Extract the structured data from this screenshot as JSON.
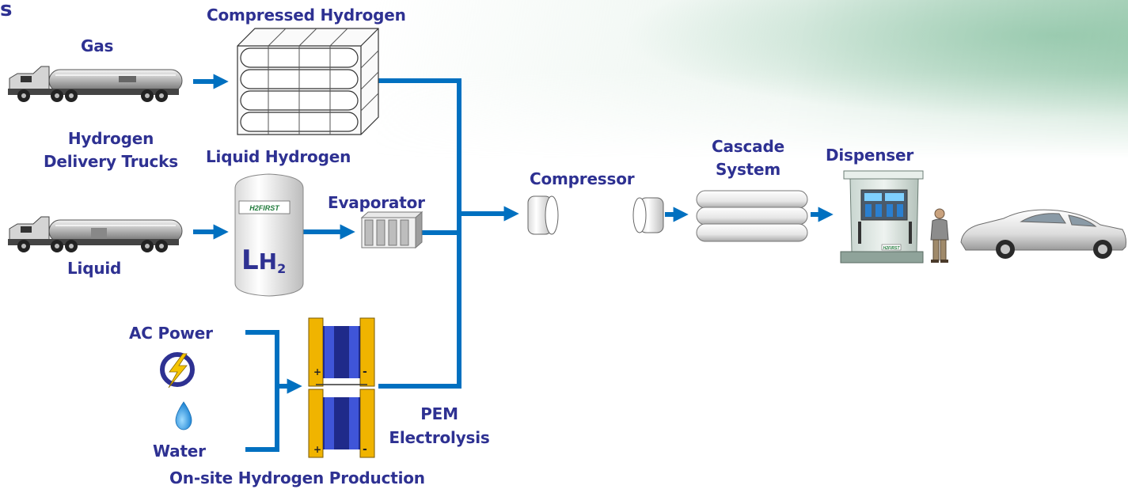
{
  "header": {
    "cut_title": "s"
  },
  "colors": {
    "label": "#2e3192",
    "flow": "#0070c0",
    "electrolyzer_frame": "#f0b400",
    "electrolyzer_core": "#1f2a8a"
  },
  "labels": {
    "gas": "Gas",
    "compressed_hydrogen": "Compressed Hydrogen",
    "hydrogen_delivery_trucks": "Hydrogen\nDelivery Trucks",
    "liquid_hydrogen": "Liquid Hydrogen",
    "evaporator": "Evaporator",
    "liquid": "Liquid",
    "compressor": "Compressor",
    "cascade_system": "Cascade\nSystem",
    "dispenser": "Dispenser",
    "ac_power": "AC Power",
    "water": "Water",
    "pem_electrolysis": "PEM\nElectrolysis",
    "onsite_production": "On-site Hydrogen Production"
  },
  "tank": {
    "logo": "H2FIRST",
    "mark_main": "L",
    "mark_sub": "H",
    "mark_digit": "2"
  },
  "dispenser_logo": "H2FIRST",
  "electrolyzer": {
    "plus": "+",
    "minus": "-"
  }
}
